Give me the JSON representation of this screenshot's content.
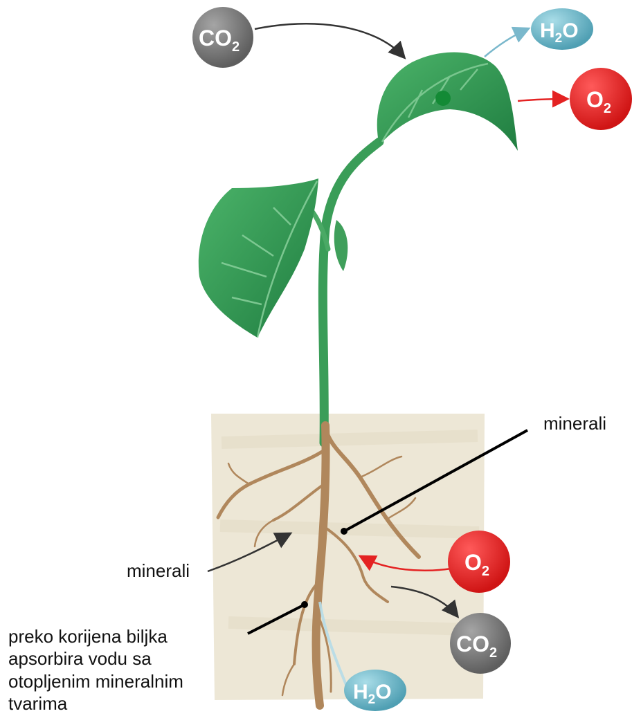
{
  "colors": {
    "co2": "#7a7a7a",
    "o2": "#e42222",
    "h2o": "#6fb8c9",
    "leaf": "#2f9a52",
    "leaf_light": "#5cc07a",
    "stem": "#3aa05a",
    "root": "#b89066",
    "soil": "#ece6d4"
  },
  "molecules": {
    "co2_top": {
      "base": "CO",
      "sub": "2"
    },
    "h2o_top": {
      "base": "H",
      "sub": "2",
      "tail": "O"
    },
    "o2_top": {
      "base": "O",
      "sub": "2"
    },
    "o2_soil": {
      "base": "O",
      "sub": "2"
    },
    "co2_soil": {
      "base": "CO",
      "sub": "2"
    },
    "h2o_soil": {
      "base": "H",
      "sub": "2",
      "tail": "O"
    }
  },
  "labels": {
    "minerali_right": "minerali",
    "minerali_left": "minerali",
    "root_absorption": [
      "preko korijena biljka",
      "apsorbira vodu sa",
      "otopljenim mineralnim",
      "tvarima"
    ]
  }
}
